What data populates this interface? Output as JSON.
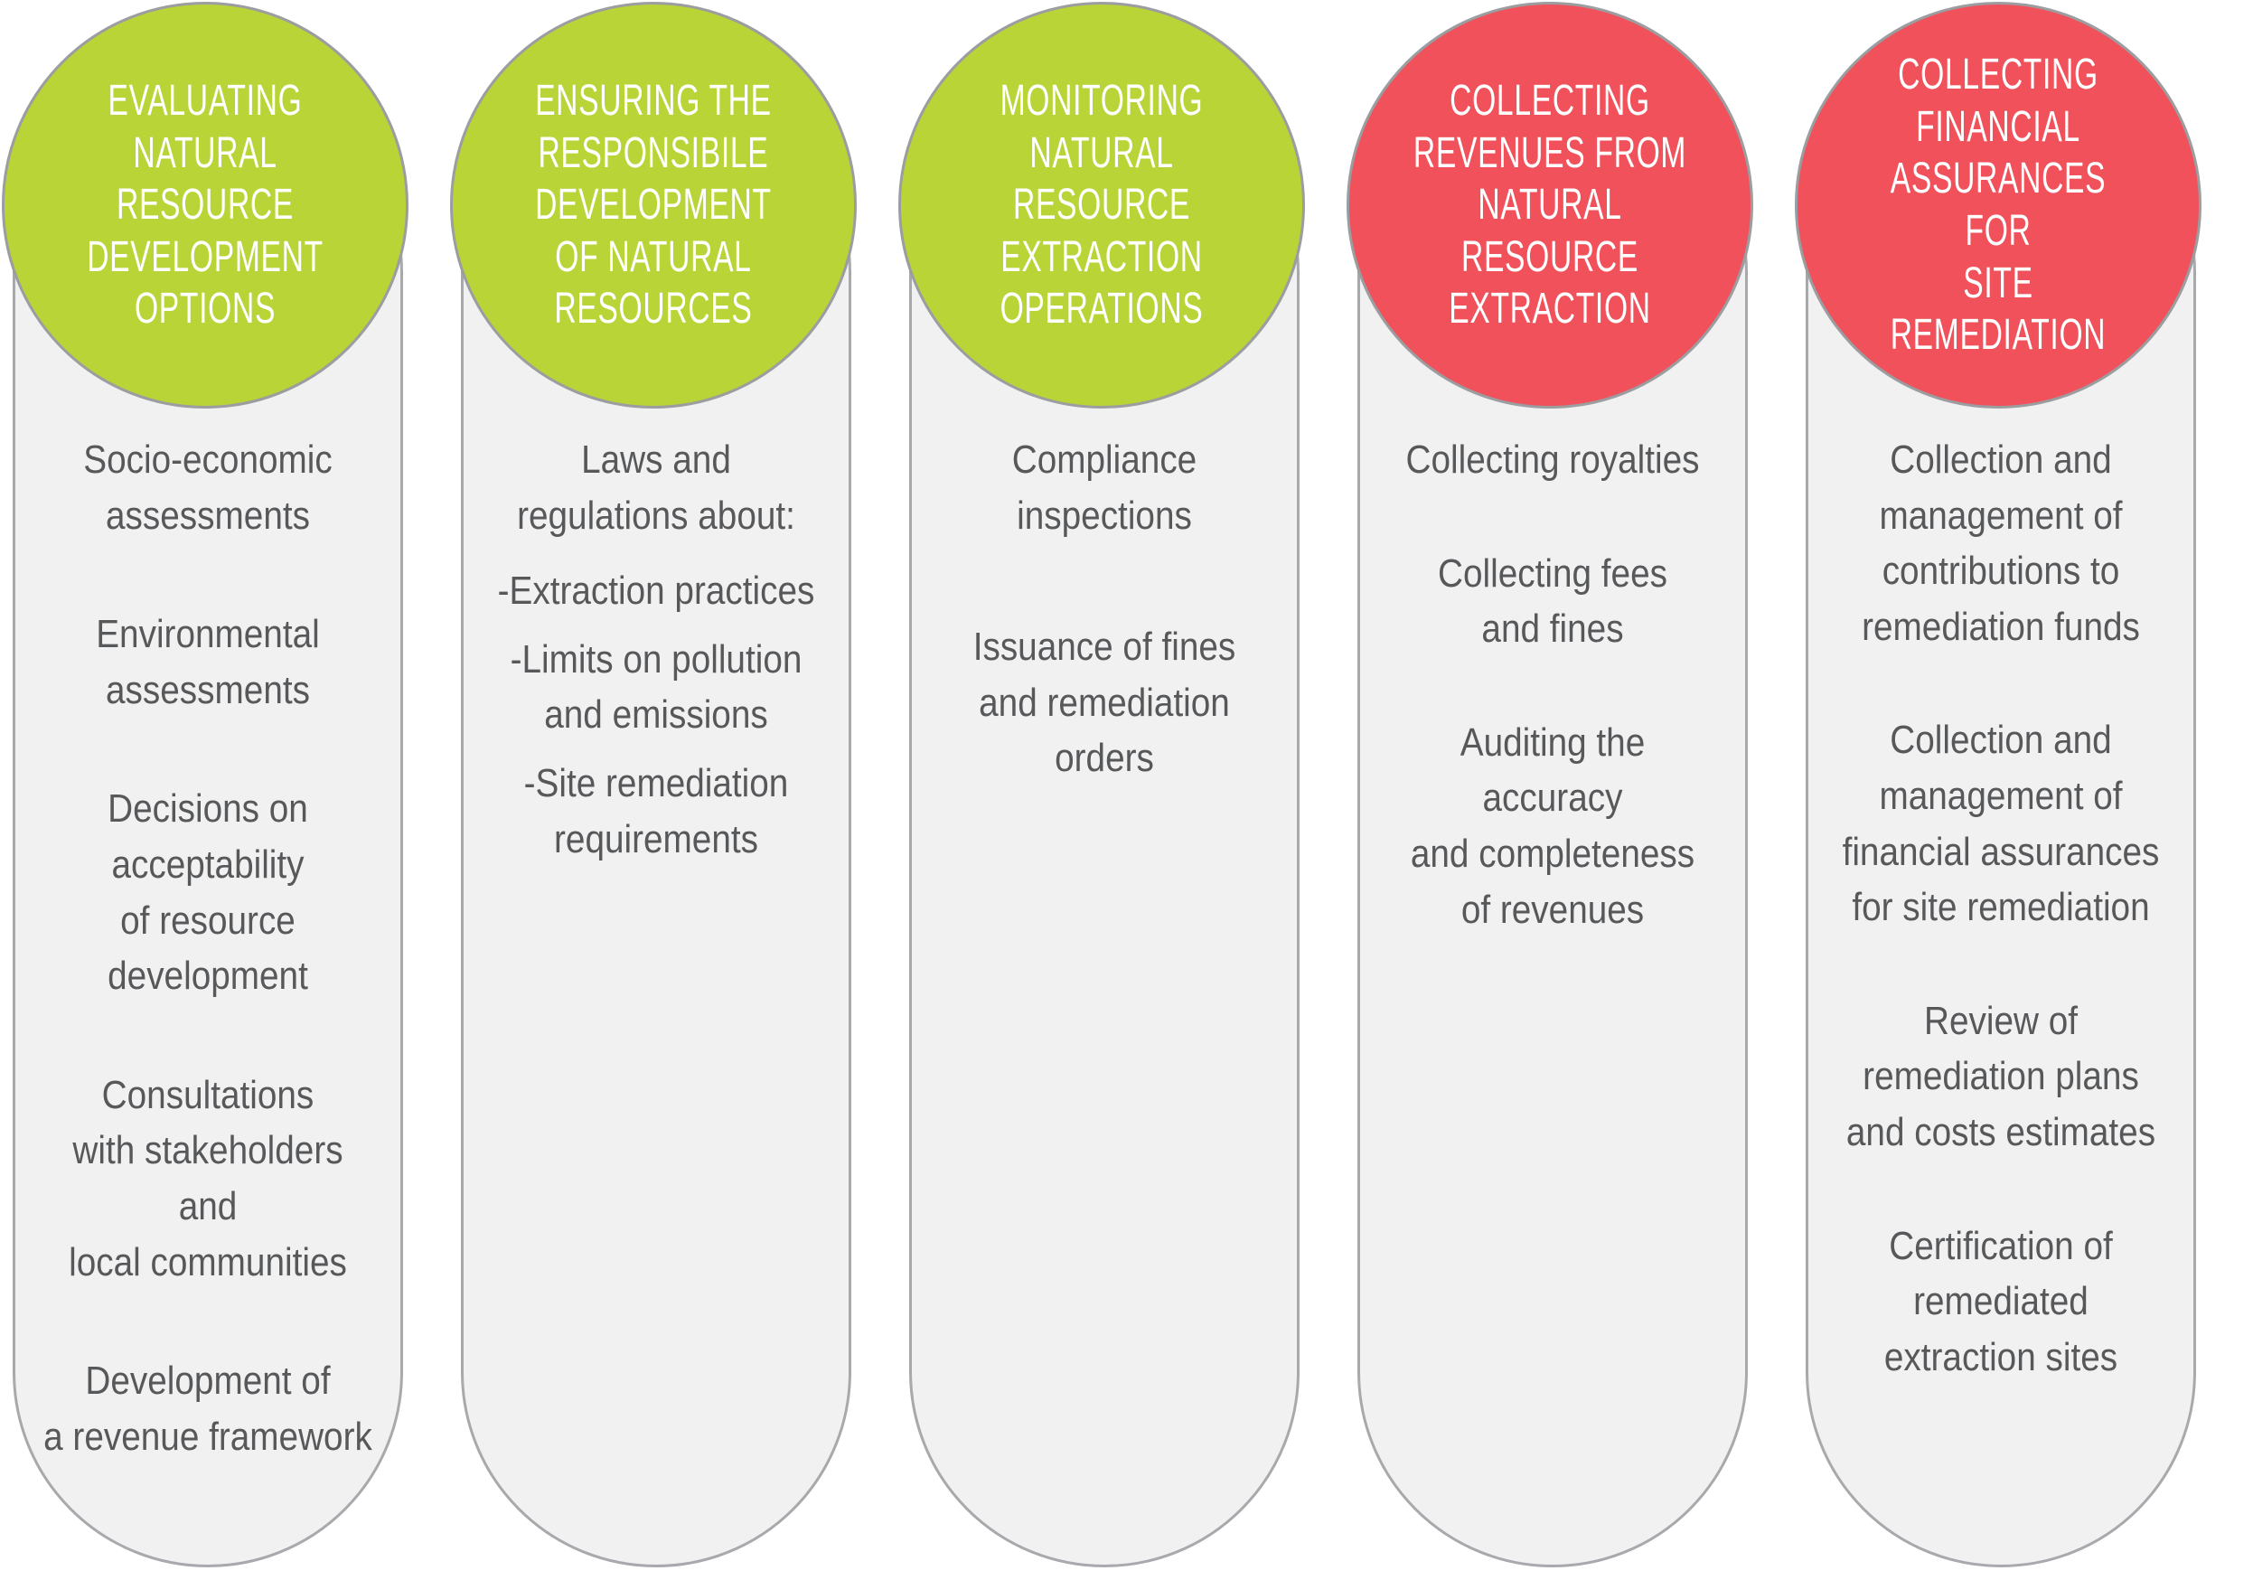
{
  "colors": {
    "green": "#b8d437",
    "red": "#f0515a",
    "circle-border": "#9b9da0",
    "pill-border": "#a7a9ac",
    "pill-bg": "#f1f1f2",
    "body-text": "#57585a",
    "title-text": "#ffffff",
    "page-bg": "#ffffff"
  },
  "columns": [
    {
      "name": "evaluating-natural-resource-development-options",
      "accent": "green",
      "title": "EVALUATING\nNATURAL RESOURCE\nDEVELOPMENT\nOPTIONS",
      "items": [
        "Socio-economic\nassessments",
        "Environmental\nassessments",
        "Decisions on\nacceptability\nof resource\ndevelopment",
        "Consultations\nwith stakeholders and\nlocal communities",
        "Development of\na revenue framework"
      ]
    },
    {
      "name": "ensuring-responsible-development-of-natural-resources",
      "accent": "green",
      "title": "ENSURING THE\nRESPONSIBILE\nDEVELOPMENT\nOF NATURAL\nRESOURCES",
      "items": [
        "Laws and\nregulations about:",
        "-Extraction practices",
        "-Limits on pollution\nand emissions",
        "-Site remediation\nrequirements"
      ]
    },
    {
      "name": "monitoring-natural-resource-extraction-operations",
      "accent": "green",
      "title": "MONITORING\nNATURAL RESOURCE\nEXTRACTION\nOPERATIONS",
      "items": [
        "Compliance\ninspections",
        "Issuance of fines\nand remediation\norders"
      ]
    },
    {
      "name": "collecting-revenues-from-natural-resource-extraction",
      "accent": "red",
      "title": "COLLECTING\nREVENUES FROM\nNATURAL RESOURCE\nEXTRACTION",
      "items": [
        "Collecting royalties",
        "Collecting fees\nand fines",
        "Auditing the accuracy\nand completeness\nof revenues"
      ]
    },
    {
      "name": "collecting-financial-assurances-for-site-remediation",
      "accent": "red",
      "title": "COLLECTING\nFINANCIAL\nASSURANCES FOR\nSITE REMEDIATION",
      "items": [
        "Collection and\nmanagement of\ncontributions to\nremediation funds",
        "Collection and\nmanagement of\nfinancial assurances\nfor site remediation",
        "Review of\nremediation plans\nand costs estimates",
        "Certification of\nremediated\nextraction sites"
      ]
    }
  ]
}
